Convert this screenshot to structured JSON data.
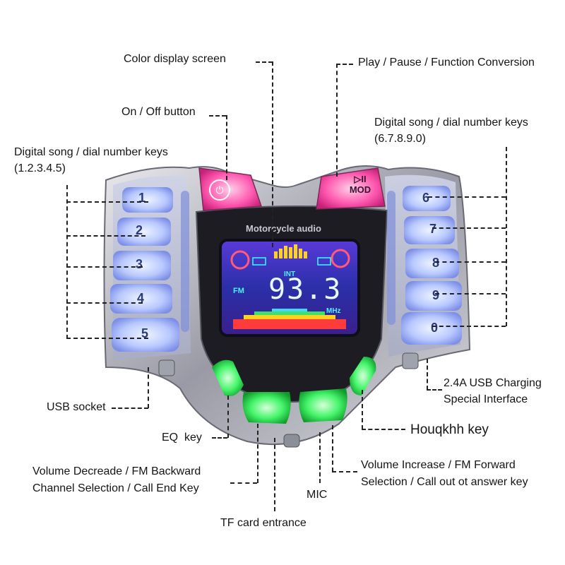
{
  "device": {
    "brand_text": "Motorcycle audio",
    "power_symbol": "⏻",
    "play_symbol": "▷II",
    "mod_text": "MOD",
    "screen": {
      "mode_left": "FM",
      "int_text": "INT",
      "frequency": "93.3",
      "unit": "MHz"
    },
    "left_keys": [
      "1",
      "2",
      "3",
      "4",
      "5"
    ],
    "right_keys": [
      "6",
      "7",
      "8",
      "9",
      "0"
    ]
  },
  "labels": {
    "color_display": "Color display screen",
    "play_pause": "Play / Pause / Function Conversion",
    "on_off": "On / Off button",
    "digital_right_1": "Digital song / dial number keys",
    "digital_right_2": "(6.7.8.9.0)",
    "digital_left_1": "Digital song / dial number keys",
    "digital_left_2": "(1.2.3.4.5)",
    "usb_socket": "USB socket",
    "usb_charging_1": "2.4A USB Charging",
    "usb_charging_2": "Special Interface",
    "houqkhh": "Houqkhh key",
    "eq": "EQ  key",
    "vol_dec_1": "Volume Decreade / FM Backward",
    "vol_dec_2": "Channel Selection / Call End Key",
    "vol_inc_1": "Volume Increase / FM Forward",
    "vol_inc_2": "Selection / Call out ot answer key",
    "mic": "MIC",
    "tf_card": "TF card entrance"
  },
  "colors": {
    "key_blue": "#c9d8ff",
    "key_green": "#3cff5a",
    "power_pink": "#ff4fa8",
    "screen_cyan": "#4df3ff"
  }
}
